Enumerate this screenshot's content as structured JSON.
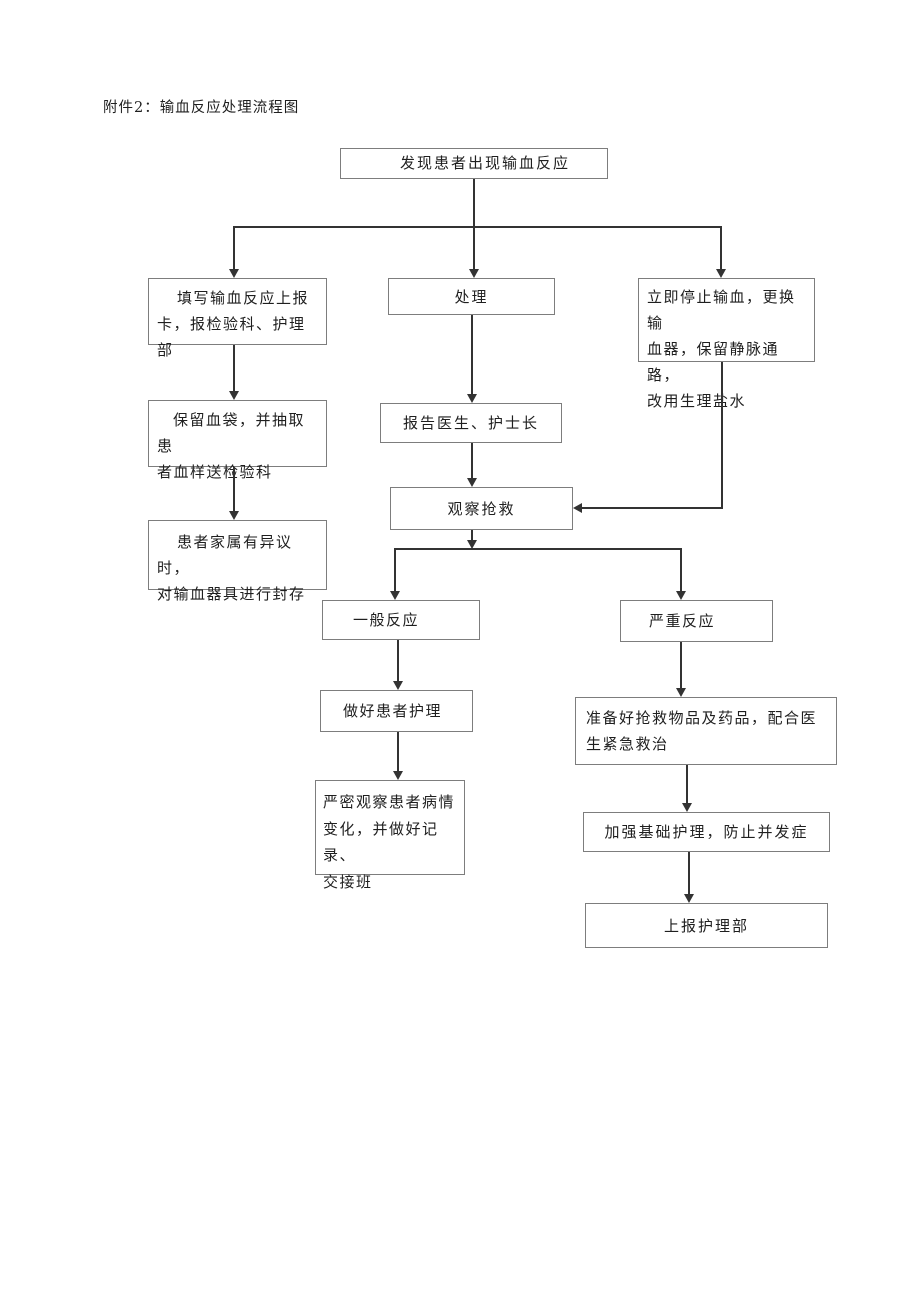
{
  "page": {
    "title": "附件2：输血反应处理流程图"
  },
  "flowchart": {
    "nodes": {
      "start": "发现患者出现输血反应",
      "report_card": "填写输血反应上报\n卡，报检验科、护理部",
      "handle": "处理",
      "stop_transfusion": "立即停止输血，更换输\n血器，保留静脉通路，\n改用生理盐水",
      "keep_blood_bag": "保留血袋，并抽取患\n者血样送检验科",
      "report_doctor": "报告医生、护士长",
      "family_objection": "患者家属有异议时，\n对输血器具进行封存",
      "observe_rescue": "观察抢救",
      "mild_reaction": "一般反应",
      "severe_reaction": "严重反应",
      "patient_care": "做好患者护理",
      "close_observe": "严密观察患者病情\n变化，并做好记录、\n交接班",
      "prepare_rescue": "准备好抢救物品及药品，配合医\n生紧急救治",
      "basic_care": "加强基础护理，防止并发症",
      "report_nursing": "上报护理部"
    },
    "colors": {
      "line": "#333333",
      "box_border": "#7d7d7d",
      "text": "#1f1f1f",
      "background": "#ffffff"
    }
  }
}
